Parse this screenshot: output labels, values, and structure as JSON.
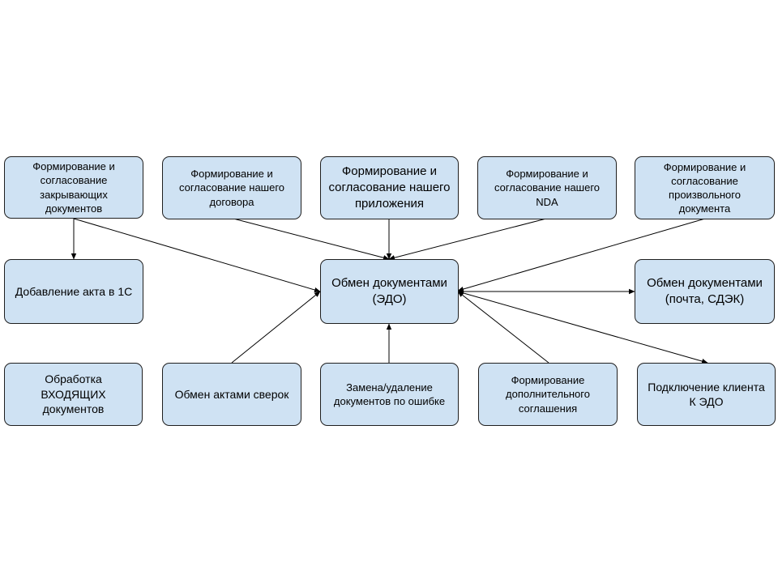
{
  "colors": {
    "node_fill": "#cfe2f3",
    "node_border": "#1f1f1f",
    "edge": "#000000",
    "background": "#ffffff"
  },
  "nodes": {
    "closing_docs": "Формирование и согласование закрывающих документов",
    "our_contract": "Формирование и согласование нашего договора",
    "our_appendix": "Формирование и согласование нашего приложения",
    "our_nda": "Формирование и согласование нашего NDA",
    "arbitrary_doc": "Формирование и согласование произвольного документа",
    "add_act_1c": "Добавление акта в 1С",
    "edo_exchange": "Обмен документами (ЭДО)",
    "mail_exchange": "Обмен документами (почта, СДЭК)",
    "incoming_processing": "Обработка ВХОДЯЩИХ документов",
    "reconciliation_acts": "Обмен актами сверок",
    "replace_delete_docs": "Замена/удаление документов по ошибке",
    "supplementary_agreement": "Формирование дополнительного соглашения",
    "connect_client_edo": "Подключение клиента К ЭДО"
  },
  "edges": [
    {
      "from": "closing_docs",
      "to": "add_act_1c",
      "arrow": "end"
    },
    {
      "from": "closing_docs",
      "to": "edo_exchange",
      "arrow": "end"
    },
    {
      "from": "our_contract",
      "to": "edo_exchange",
      "arrow": "end"
    },
    {
      "from": "our_appendix",
      "to": "edo_exchange",
      "arrow": "end"
    },
    {
      "from": "our_nda",
      "to": "edo_exchange",
      "arrow": "end"
    },
    {
      "from": "arbitrary_doc",
      "to": "edo_exchange",
      "arrow": "end"
    },
    {
      "from": "reconciliation_acts",
      "to": "edo_exchange",
      "arrow": "end"
    },
    {
      "from": "replace_delete_docs",
      "to": "edo_exchange",
      "arrow": "end"
    },
    {
      "from": "supplementary_agreement",
      "to": "edo_exchange",
      "arrow": "end"
    },
    {
      "from": "edo_exchange",
      "to": "mail_exchange",
      "arrow": "both"
    },
    {
      "from": "edo_exchange",
      "to": "connect_client_edo",
      "arrow": "end"
    }
  ]
}
